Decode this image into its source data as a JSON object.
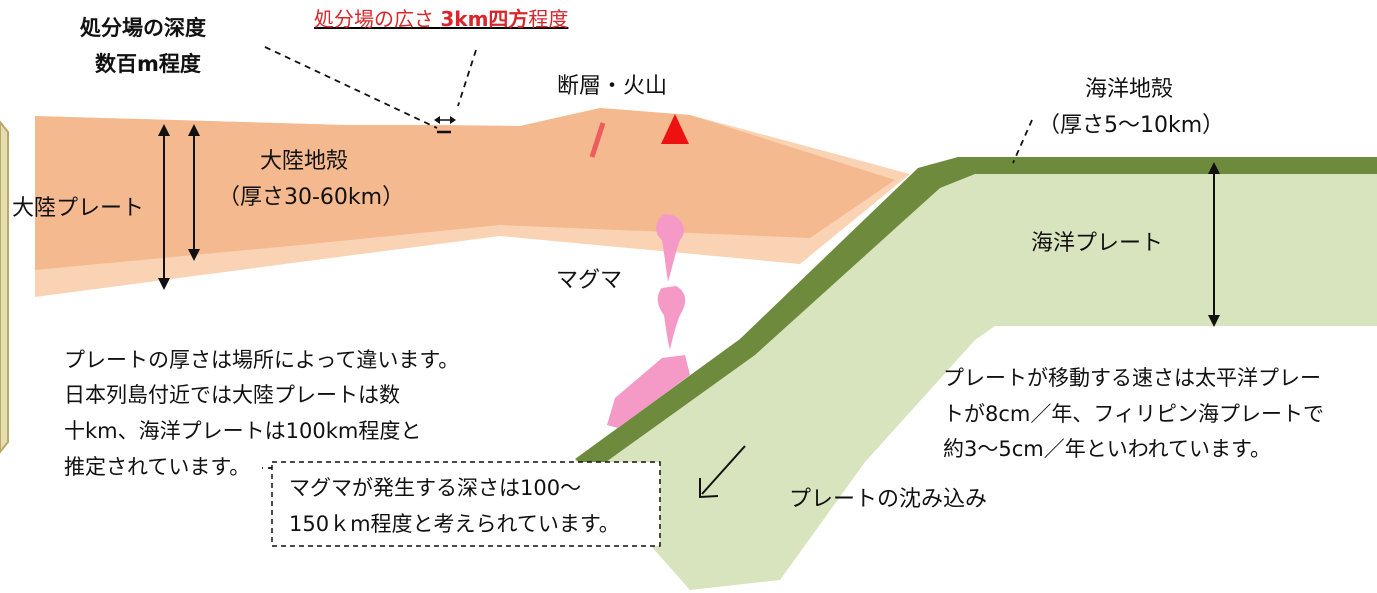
{
  "labels": {
    "depth_line1": "処分場の深度",
    "depth_line2": "数百m程度",
    "width_prefix": "処分場の広さ ",
    "width_value": "3km四方",
    "width_suffix": "程度",
    "fault_volcano": "断層・火山",
    "oceanic_crust_line1": "海洋地殻",
    "oceanic_crust_line2": "（厚さ5～10km）",
    "continental_crust_line1": "大陸地殻",
    "continental_crust_line2": "（厚さ30-60km）",
    "continental_plate": "大陸プレート",
    "oceanic_plate": "海洋プレート",
    "magma": "マグマ",
    "subduction": "プレートの沈み込み"
  },
  "notes": {
    "thickness": [
      "プレートの厚さは場所によって違います。",
      "日本列島付近では大陸プレートは数",
      "十km、海洋プレートは100km程度と",
      "推定されています。"
    ],
    "magma_depth": [
      "マグマが発生する深さは100～",
      "150ｋm程度と考えられています。"
    ],
    "speed": [
      "プレートが移動する速さは太平洋プレー",
      "トが8cm／年、フィリピン海プレートで",
      "約3～5cm／年といわれています。"
    ]
  },
  "colors": {
    "continental_crust": "#f4b98e",
    "continental_mantle": "#fad3b5",
    "oceanic_plate": "#d8e4bd",
    "oceanic_crust": "#6e8b3d",
    "magma": "#f59ac7",
    "fault": "#ee5d5d",
    "volcano": "#ee1111",
    "title_red": "#d9262b"
  }
}
